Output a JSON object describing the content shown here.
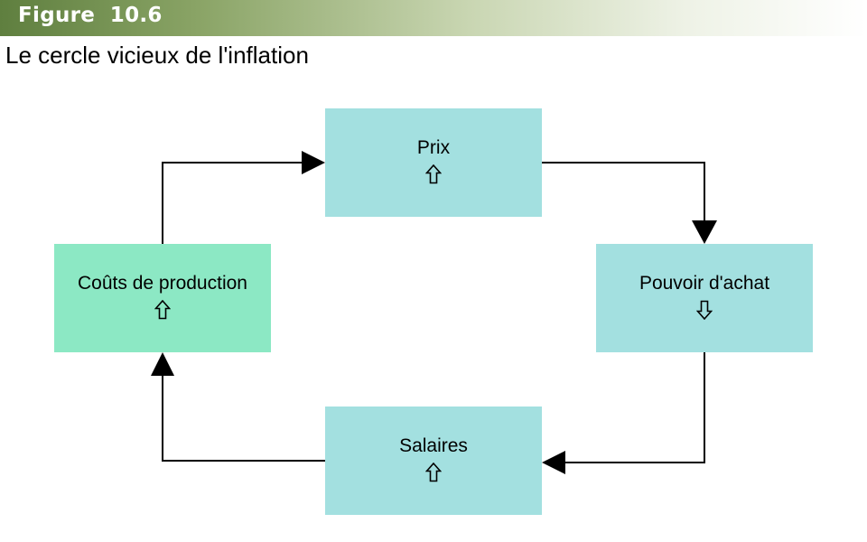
{
  "header": {
    "figure_label": "Figure  10.6",
    "banner_color": "#6f8f4e"
  },
  "title": "Le cercle vicieux de l'inflation",
  "colors": {
    "box_primary": "#a3e0e0",
    "box_secondary": "#8ce8c4",
    "connector": "#000000"
  },
  "boxes": {
    "prix": {
      "label": "Prix",
      "direction": "up"
    },
    "pouvoir": {
      "label": "Pouvoir d'achat",
      "direction": "down"
    },
    "salaires": {
      "label": "Salaires",
      "direction": "up"
    },
    "couts": {
      "label": "Coûts de production",
      "direction": "up"
    }
  },
  "flow": [
    "prix",
    "pouvoir",
    "salaires",
    "couts",
    "prix"
  ]
}
